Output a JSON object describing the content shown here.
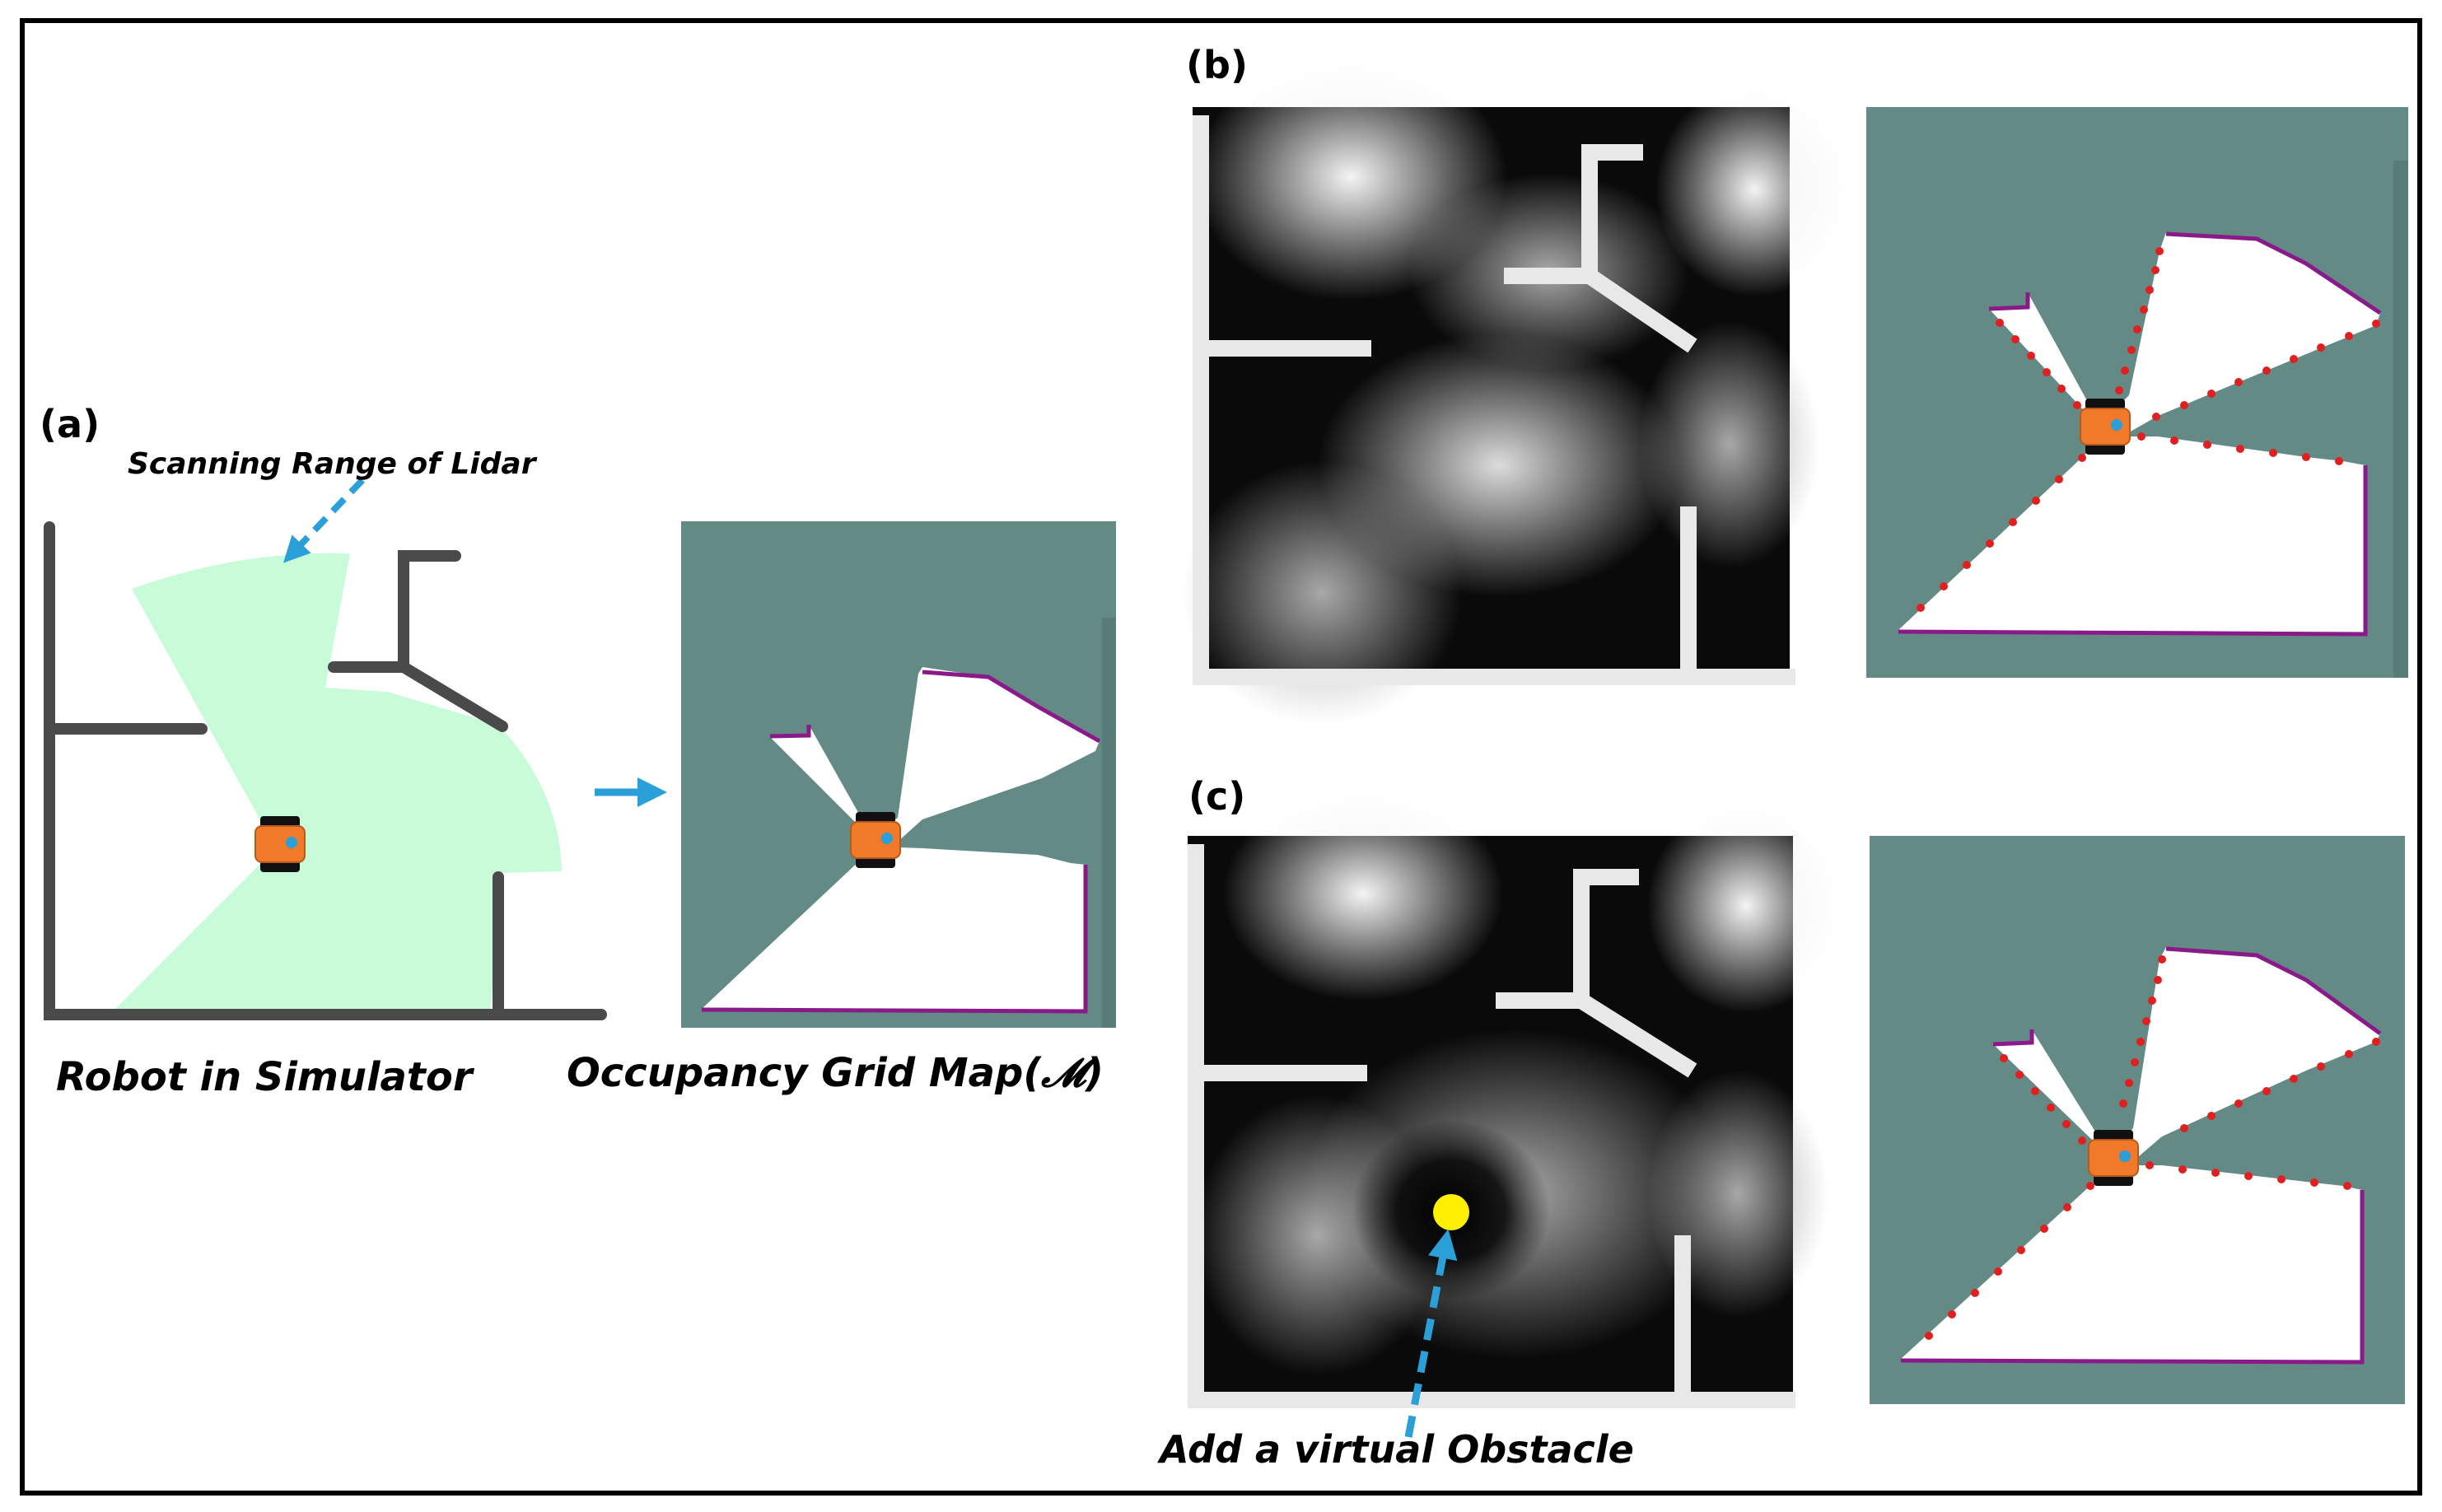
{
  "panels": {
    "a": "(a)",
    "b": "(b)",
    "c": "(c)"
  },
  "annotations": {
    "lidar_range": "Scanning Range of Lidar",
    "virtual_obstacle": "Add a virtual  Obstacle"
  },
  "captions": {
    "simulator": "Robot in Simulator",
    "grid_map": "Occupancy Grid Map(𝓜)"
  },
  "colors": {
    "border": "#000000",
    "wall_dark": "#4a4a4a",
    "lidar_fill": "#c8fcd8",
    "map_bg": "#648a86",
    "free_space": "#ffffff",
    "obstacle_edge": "#8a1a8a",
    "arrow_blue": "#2a9fd8",
    "robot_body": "#f07a2a",
    "robot_wheel": "#101010",
    "robot_sensor": "#2a9fd8",
    "frontier_dot": "#e02020",
    "virtual_obstacle": "#ffef00",
    "distance_wall": "#e8e8e8"
  }
}
